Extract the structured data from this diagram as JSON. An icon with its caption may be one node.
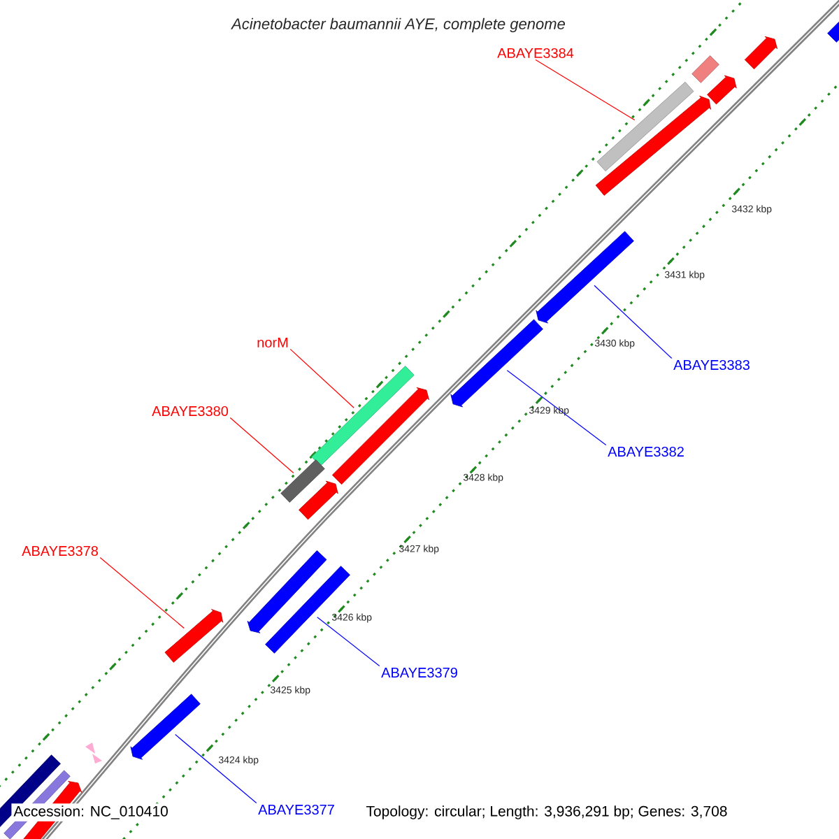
{
  "diagram": {
    "title": "Acinetobacter baumannii AYE, complete genome",
    "nodes": [
      {
        "text": [
          "ABAYE3384"
        ]
      },
      {
        "text": [
          "norM"
        ]
      },
      {
        "text": [
          "ABAYE3383"
        ]
      },
      {
        "text": [
          "ABAYE3380"
        ]
      },
      {
        "text": [
          "ABAYE3382"
        ]
      },
      {
        "text": [
          "ABAYE3378"
        ]
      },
      {
        "text": [
          "ABAYE3379"
        ]
      },
      {
        "text": [
          "ABAYE3377"
        ]
      },
      {
        "text": [],
        "shape": "box"
      },
      {
        "text": [],
        "shape": "arrow"
      },
      {
        "text": [],
        "shape": "box"
      },
      {
        "text": [],
        "shape": "arrow"
      },
      {
        "text": [],
        "shape": "box"
      },
      {
        "text": [],
        "shape": "arrow"
      },
      {
        "text": [],
        "shape": "arrow"
      },
      {
        "text": [],
        "shape": "arrow"
      },
      {
        "text": [],
        "shape": "box"
      },
      {
        "text": [],
        "shape": "arrow"
      },
      {
        "text": [],
        "shape": "box"
      },
      {
        "text": [],
        "shape": "arrow"
      },
      {
        "text": [],
        "shape": "arrow"
      },
      {
        "text": [],
        "shape": "box"
      },
      {
        "text": [],
        "shape": "arrow"
      },
      {
        "text": [],
        "shape": "arrow"
      },
      {
        "text": [],
        "shape": "box"
      },
      {
        "text": [],
        "shape": "box"
      },
      {
        "text": [],
        "shape": "arrow"
      }
    ],
    "edges": [
      {
        "from": 0,
        "to": 12,
        "arrow": "none",
        "color": "#ff0000"
      },
      {
        "from": 1,
        "to": 16,
        "arrow": "none",
        "color": "#ff0000"
      },
      {
        "from": 2,
        "to": 14,
        "arrow": "none",
        "color": "#0000ff"
      },
      {
        "from": 3,
        "to": 18,
        "arrow": "none",
        "color": "#ff0000"
      },
      {
        "from": 4,
        "to": 15,
        "arrow": "none",
        "color": "#0000ff"
      },
      {
        "from": 5,
        "to": 22,
        "arrow": "none",
        "color": "#ff0000"
      },
      {
        "from": 6,
        "to": 21,
        "arrow": "none",
        "color": "#0000ff"
      },
      {
        "from": 7,
        "to": 23,
        "arrow": "none",
        "color": "#0000ff"
      }
    ],
    "labels": [
      "3432 kbp",
      "3431 kbp",
      "3430 kbp",
      "3429 kbp",
      "3428 kbp",
      "3427 kbp",
      "3426 kbp",
      "3425 kbp",
      "3424 kbp",
      "Accession: NC_010410",
      "Topology: circular; Length: 3,936,291 bp; Genes: 3,708"
    ]
  }
}
